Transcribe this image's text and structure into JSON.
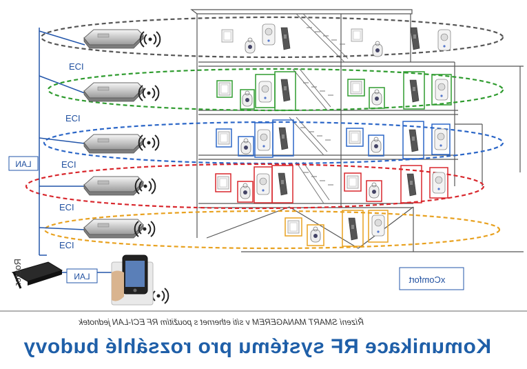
{
  "labels": {
    "eci": "ECI",
    "lan_vertical": "LAN",
    "lan_router": "LAN",
    "router": "Router",
    "xcomfort": "xComfort"
  },
  "caption": {
    "subtitle": "Řízení SMART MANAGEREM v síti ethernet s použitím RF ECI-LAN jednotek",
    "title": "Komunikace RF systému pro rozsáhlé budovy"
  },
  "colors": {
    "floor_5": "#555555",
    "floor_4": "#2e9b2e",
    "floor_3": "#2b66c7",
    "floor_2": "#d8262c",
    "floor_1": "#e8a11f",
    "network": "#2255aa",
    "title": "#1f5fa8"
  },
  "icons": [
    "router-icon",
    "eci-gateway-icon",
    "wireless-signal-icon",
    "smartphone-icon",
    "wall-switch-icon",
    "plug-adapter-icon",
    "remote-control-icon",
    "key-fob-icon"
  ]
}
